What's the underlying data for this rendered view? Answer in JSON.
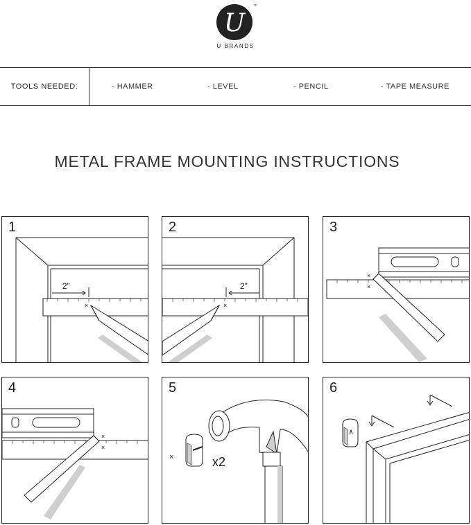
{
  "brand": {
    "name": "U BRANDS",
    "logo_letter": "U",
    "trademark": "™"
  },
  "tools": {
    "label": "TOOLS NEEDED:",
    "items": [
      "- HAMMER",
      "- LEVEL",
      "- PENCIL",
      "- TAPE MEASURE"
    ]
  },
  "title": "METAL FRAME MOUNTING INSTRUCTIONS",
  "steps": [
    {
      "number": "1",
      "measure_label": "2\""
    },
    {
      "number": "2",
      "measure_label": "2\""
    },
    {
      "number": "3"
    },
    {
      "number": "4"
    },
    {
      "number": "5",
      "quantity": "x2"
    },
    {
      "number": "6"
    }
  ],
  "colors": {
    "line": "#222222",
    "shadow": "#c8c8c8",
    "background": "#ffffff"
  }
}
